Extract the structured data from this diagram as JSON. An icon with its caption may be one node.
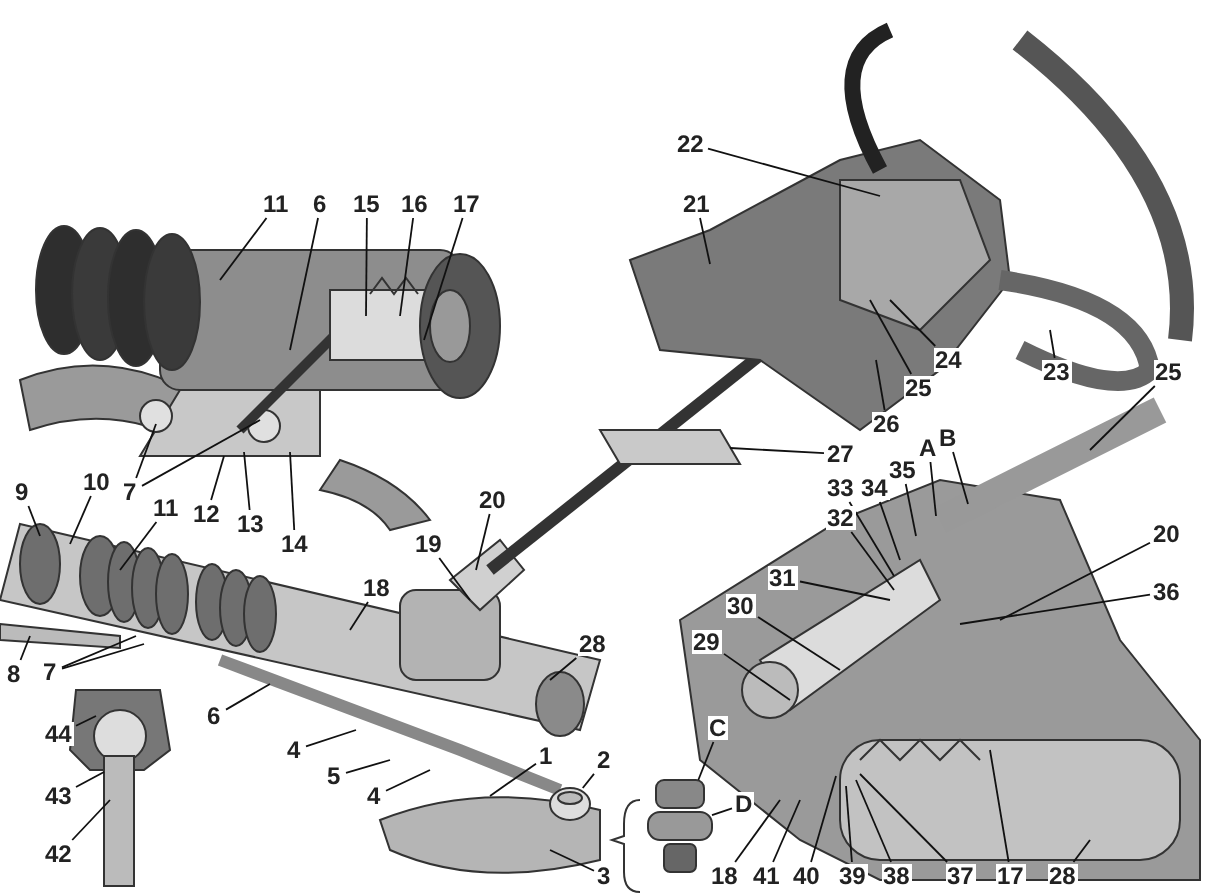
{
  "diagram": {
    "nodes": [
      {
        "text": [
          "22"
        ]
      },
      {
        "text": [
          "11"
        ]
      },
      {
        "text": [
          "6"
        ]
      },
      {
        "text": [
          "15"
        ]
      },
      {
        "text": [
          "16"
        ]
      },
      {
        "text": [
          "17"
        ]
      },
      {
        "text": [
          "21"
        ]
      },
      {
        "text": [
          "24"
        ]
      },
      {
        "text": [
          "23"
        ]
      },
      {
        "text": [
          "25"
        ]
      },
      {
        "text": [
          "25"
        ]
      },
      {
        "text": [
          "26"
        ]
      },
      {
        "text": [
          "B"
        ]
      },
      {
        "text": [
          "A"
        ]
      },
      {
        "text": [
          "27"
        ]
      },
      {
        "text": [
          "35"
        ]
      },
      {
        "text": [
          "9"
        ]
      },
      {
        "text": [
          "10"
        ]
      },
      {
        "text": [
          "7"
        ]
      },
      {
        "text": [
          "33"
        ]
      },
      {
        "text": [
          "34"
        ]
      },
      {
        "text": [
          "11"
        ]
      },
      {
        "text": [
          "20"
        ]
      },
      {
        "text": [
          "12"
        ]
      },
      {
        "text": [
          "32"
        ]
      },
      {
        "text": [
          "13"
        ]
      },
      {
        "text": [
          "20"
        ]
      },
      {
        "text": [
          "14"
        ]
      },
      {
        "text": [
          "19"
        ]
      },
      {
        "text": [
          "31"
        ]
      },
      {
        "text": [
          "18"
        ]
      },
      {
        "text": [
          "36"
        ]
      },
      {
        "text": [
          "30"
        ]
      },
      {
        "text": [
          "29"
        ]
      },
      {
        "text": [
          "28"
        ]
      },
      {
        "text": [
          "7"
        ]
      },
      {
        "text": [
          "8"
        ]
      },
      {
        "text": [
          "6"
        ]
      },
      {
        "text": [
          "C"
        ]
      },
      {
        "text": [
          "44"
        ]
      },
      {
        "text": [
          "4"
        ]
      },
      {
        "text": [
          "1"
        ]
      },
      {
        "text": [
          "2"
        ]
      },
      {
        "text": [
          "5"
        ]
      },
      {
        "text": [
          "43"
        ]
      },
      {
        "text": [
          "4"
        ]
      },
      {
        "text": [
          "D"
        ]
      },
      {
        "text": [
          "42"
        ]
      },
      {
        "text": [
          "3"
        ]
      },
      {
        "text": [
          "18"
        ]
      },
      {
        "text": [
          "41"
        ]
      },
      {
        "text": [
          "40"
        ]
      },
      {
        "text": [
          "39"
        ]
      },
      {
        "text": [
          "38"
        ]
      },
      {
        "text": [
          "37"
        ]
      },
      {
        "text": [
          "17"
        ]
      },
      {
        "text": [
          "28"
        ]
      },
      {
        "text": [],
        "shape": "picture"
      },
      {
        "text": [],
        "shape": "picture"
      }
    ],
    "edges": [
      {
        "from": 0,
        "to": null,
        "arrow": "none"
      },
      {
        "from": 1,
        "to": null,
        "arrow": "none"
      },
      {
        "from": 2,
        "to": null,
        "arrow": "none"
      },
      {
        "from": 3,
        "to": null,
        "arrow": "none"
      },
      {
        "from": 4,
        "to": null,
        "arrow": "none"
      },
      {
        "from": 5,
        "to": null,
        "arrow": "none"
      },
      {
        "from": 6,
        "to": null,
        "arrow": "none"
      },
      {
        "from": 7,
        "to": null,
        "arrow": "none"
      },
      {
        "from": 8,
        "to": null,
        "arrow": "none"
      },
      {
        "from": 9,
        "to": null,
        "arrow": "none"
      },
      {
        "from": 10,
        "to": null,
        "arrow": "none"
      },
      {
        "from": 11,
        "to": null,
        "arrow": "none"
      },
      {
        "from": 12,
        "to": null,
        "arrow": "none"
      },
      {
        "from": 13,
        "to": null,
        "arrow": "none"
      },
      {
        "from": 14,
        "to": null,
        "arrow": "none"
      },
      {
        "from": 15,
        "to": null,
        "arrow": "none"
      },
      {
        "from": 16,
        "to": null,
        "arrow": "none"
      },
      {
        "from": 17,
        "to": null,
        "arrow": "none"
      },
      {
        "from": 18,
        "to": null,
        "arrow": "none"
      },
      {
        "from": 18,
        "to": null,
        "arrow": "none"
      },
      {
        "from": 19,
        "to": null,
        "arrow": "none"
      },
      {
        "from": 20,
        "to": null,
        "arrow": "none"
      },
      {
        "from": 21,
        "to": null,
        "arrow": "none"
      },
      {
        "from": 22,
        "to": null,
        "arrow": "none"
      },
      {
        "from": 23,
        "to": null,
        "arrow": "none"
      },
      {
        "from": 24,
        "to": null,
        "arrow": "none"
      },
      {
        "from": 25,
        "to": null,
        "arrow": "none"
      },
      {
        "from": 26,
        "to": null,
        "arrow": "none"
      },
      {
        "from": 27,
        "to": null,
        "arrow": "none"
      },
      {
        "from": 28,
        "to": null,
        "arrow": "none"
      },
      {
        "from": 29,
        "to": null,
        "arrow": "none"
      },
      {
        "from": 30,
        "to": null,
        "arrow": "none"
      },
      {
        "from": 31,
        "to": null,
        "arrow": "none"
      },
      {
        "from": 32,
        "to": null,
        "arrow": "none"
      },
      {
        "from": 33,
        "to": null,
        "arrow": "none"
      },
      {
        "from": 34,
        "to": null,
        "arrow": "none"
      },
      {
        "from": 35,
        "to": null,
        "arrow": "none"
      },
      {
        "from": 35,
        "to": null,
        "arrow": "none"
      },
      {
        "from": 36,
        "to": null,
        "arrow": "none"
      },
      {
        "from": 37,
        "to": null,
        "arrow": "none"
      },
      {
        "from": 38,
        "to": 57,
        "arrow": "none"
      },
      {
        "from": 39,
        "to": null,
        "arrow": "none"
      },
      {
        "from": 40,
        "to": null,
        "arrow": "none"
      },
      {
        "from": 41,
        "to": null,
        "arrow": "none"
      },
      {
        "from": 42,
        "to": 58,
        "arrow": "none"
      },
      {
        "from": 43,
        "to": null,
        "arrow": "none"
      },
      {
        "from": 44,
        "to": null,
        "arrow": "none"
      },
      {
        "from": 45,
        "to": null,
        "arrow": "none"
      },
      {
        "from": 46,
        "to": 57,
        "arrow": "none"
      },
      {
        "from": 47,
        "to": null,
        "arrow": "none"
      },
      {
        "from": 48,
        "to": null,
        "arrow": "none"
      },
      {
        "from": 49,
        "to": null,
        "arrow": "none"
      },
      {
        "from": 50,
        "to": null,
        "arrow": "none"
      },
      {
        "from": 51,
        "to": null,
        "arrow": "none"
      },
      {
        "from": 52,
        "to": null,
        "arrow": "none"
      },
      {
        "from": 53,
        "to": null,
        "arrow": "none"
      },
      {
        "from": 54,
        "to": null,
        "arrow": "none"
      },
      {
        "from": 55,
        "to": null,
        "arrow": "none"
      },
      {
        "from": 56,
        "to": null,
        "arrow": "none"
      }
    ]
  }
}
